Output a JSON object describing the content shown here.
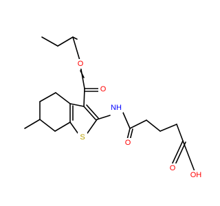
{
  "colors": {
    "bond": "#000000",
    "oxygen": "#ff0000",
    "nitrogen": "#0000ff",
    "sulfur": "#b8a000",
    "background": "#ffffff"
  },
  "atoms": {
    "o_ether": "O",
    "o_ester_carbonyl": "O",
    "nh": "NH",
    "s_ring": "S",
    "o_amide": "O",
    "o_acid_carbonyl": "O",
    "oh": "OH"
  }
}
